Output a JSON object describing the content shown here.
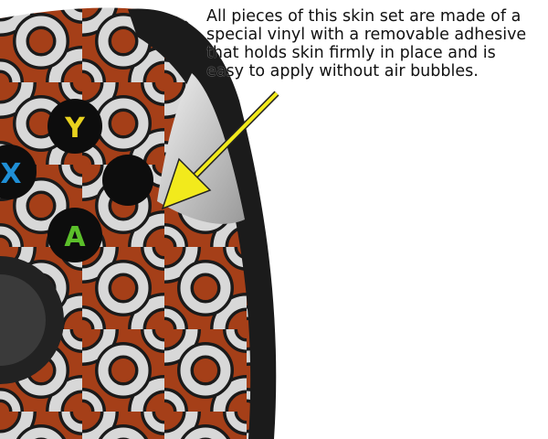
{
  "caption": {
    "lines": [
      "All pieces of this skin set are made of a",
      "special vinyl with a removable adhesive",
      "that holds skin firmly in place and is",
      "easy to apply without air bubbles."
    ]
  },
  "buttons": {
    "y": "Y",
    "x": "X",
    "a": "A"
  },
  "colors": {
    "skin_base": "#a53f18",
    "pattern": "#d8d8d8",
    "outline": "#1a1a1a",
    "arrow": "#f2ea1c",
    "y_color": "#e8d21e",
    "x_color": "#1f8fd6",
    "a_color": "#5bbf2a"
  }
}
